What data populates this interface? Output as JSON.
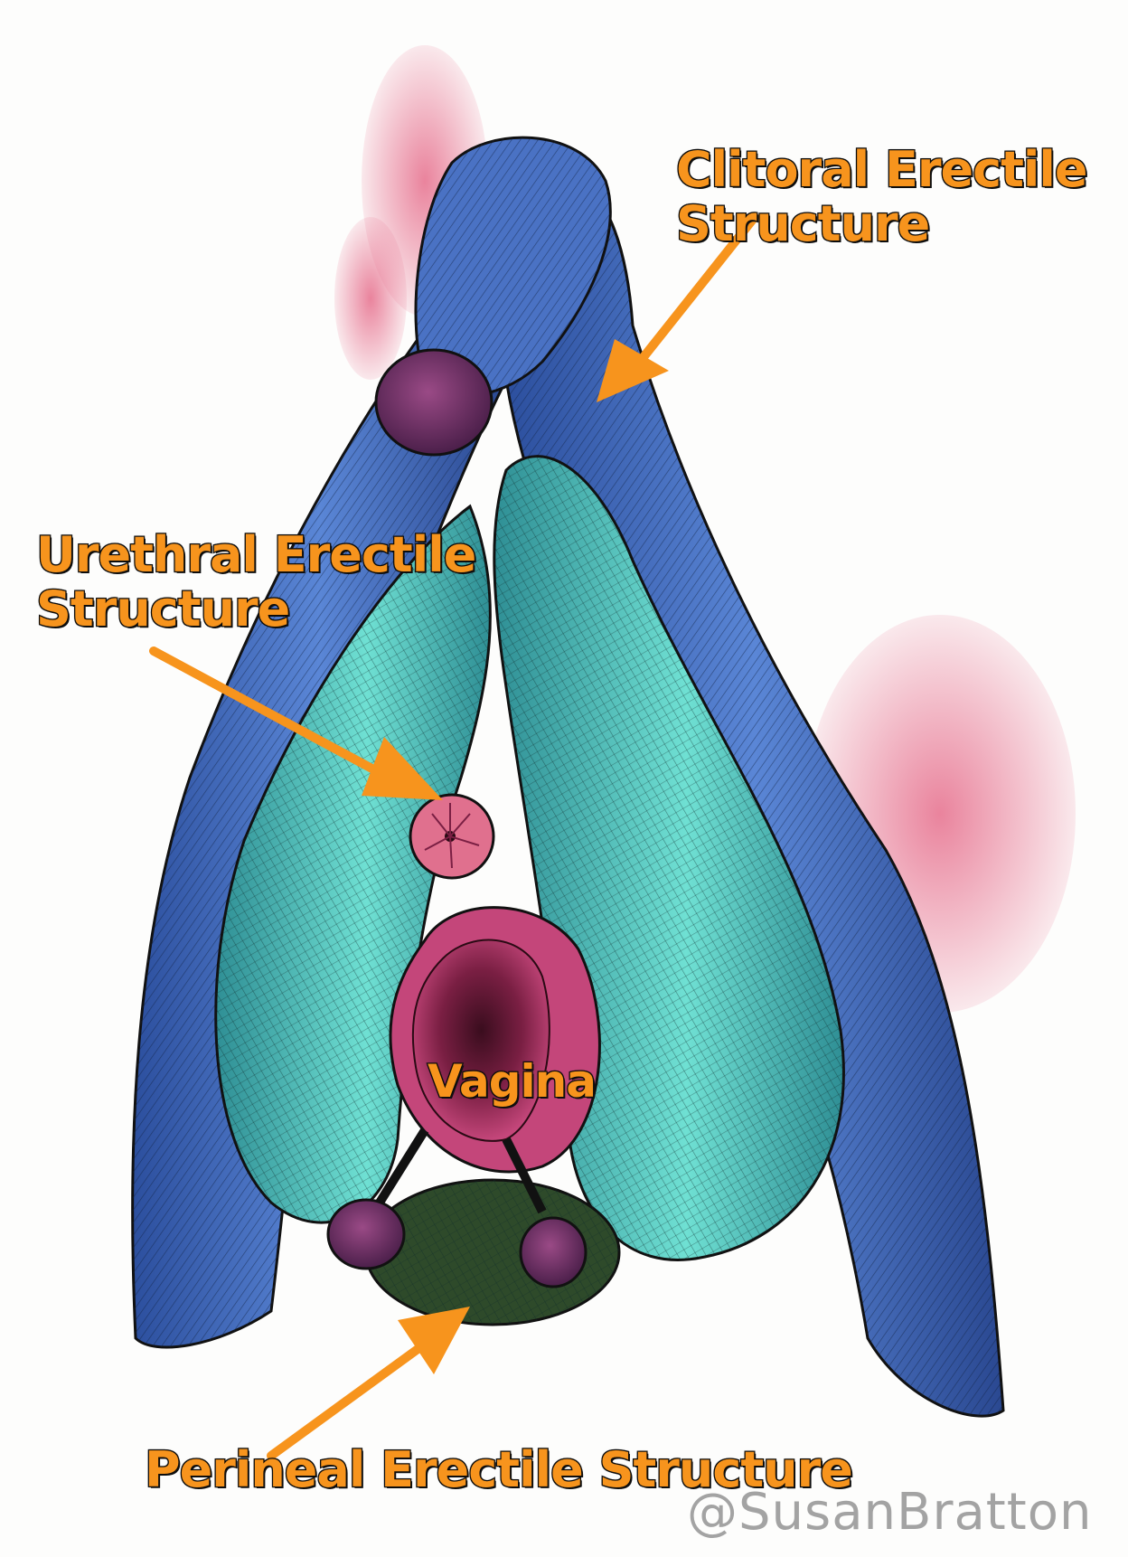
{
  "labels": {
    "clitoral": [
      "Clitoral Erectile",
      "Structure"
    ],
    "urethral": [
      "Urethral Erectile",
      "Structure"
    ],
    "vagina": "Vagina",
    "perineal": "Perineal Erectile Structure"
  },
  "watermark": "@SusanBratton",
  "colors": {
    "label_fill": "#f7941d",
    "label_outline": "#1a1a1a",
    "arrow": "#f7941d",
    "clitoral_body": "#3f67b8",
    "urethral_body": "#4fc7c0",
    "vaginal_tissue": "#b8346a",
    "perineal_body": "#2e4a2a",
    "background_pink": "#e66e8c"
  }
}
